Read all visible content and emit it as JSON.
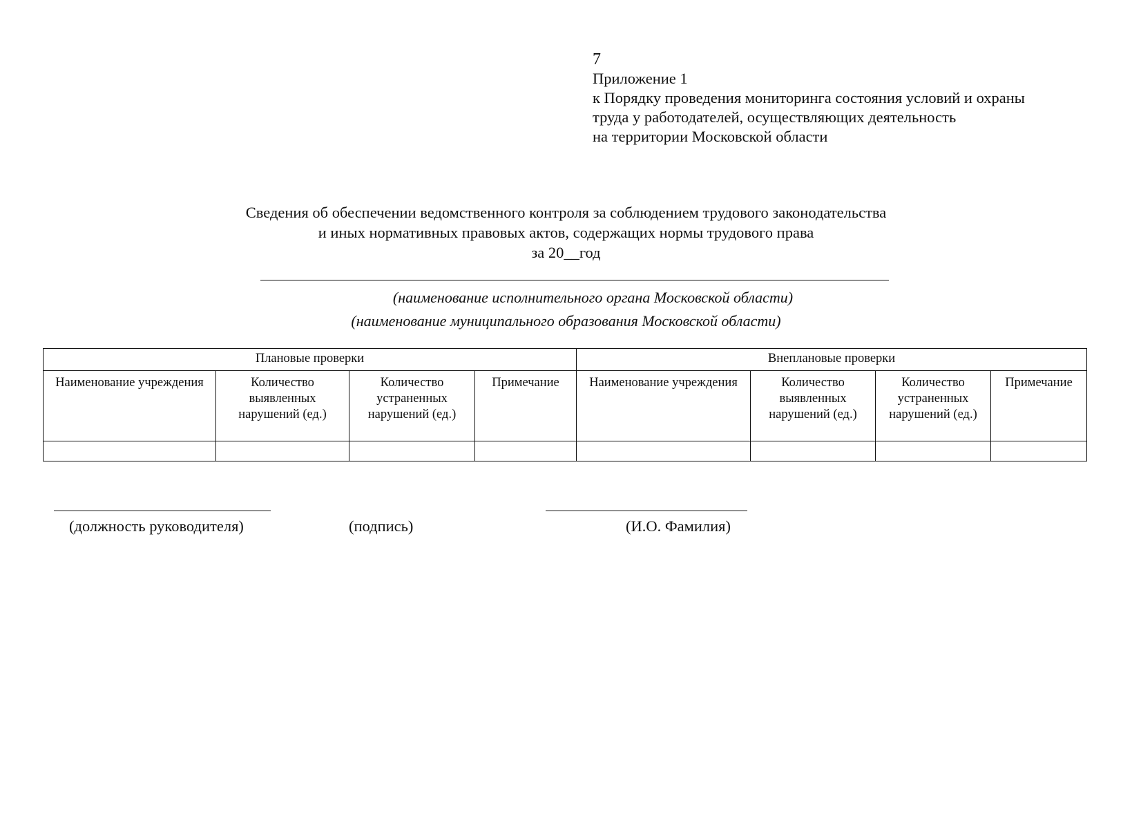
{
  "page_number": "7",
  "appendix": {
    "title": "Приложение 1",
    "lines": [
      "к Порядку проведения мониторинга состояния условий и охраны",
      "труда у работодателей, осуществляющих деятельность",
      "на территории  Московской области"
    ]
  },
  "document_title": {
    "line1": "Сведения об обеспечении ведомственного контроля за соблюдением трудового законодательства",
    "line2": "и иных нормативных правовых актов, содержащих нормы трудового права",
    "line3": "за 20__год"
  },
  "org_captions": {
    "executive_body": "(наименование  исполнительного органа Московской области)",
    "municipality": "(наименование муниципального образования Московской области)"
  },
  "table": {
    "groups": {
      "planned": "Плановые проверки",
      "unplanned": "Внеплановые проверки"
    },
    "planned_columns": [
      "Наименование учреждения",
      "Количество выявленных нарушений (ед.)",
      "Количество устраненных нарушений (ед.)",
      "Примечание"
    ],
    "unplanned_columns": [
      "Наименование учреждения",
      "Количество выявленных нарушений (ед.)",
      "Количество устраненных нарушений (ед.)",
      "Примечание"
    ]
  },
  "signature": {
    "position_label": "(должность руководителя)",
    "signature_label": "(подпись)",
    "name_label": "(И.О. Фамилия)"
  }
}
